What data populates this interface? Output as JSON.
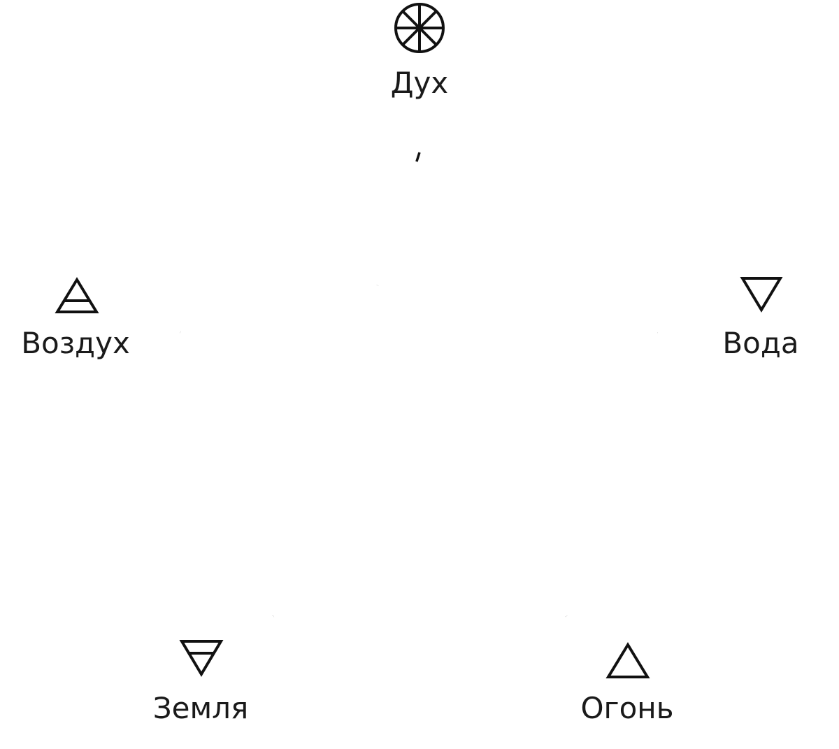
{
  "elements": {
    "spirit": {
      "label": "Дух",
      "icon": "spirit-wheel-icon"
    },
    "air": {
      "label": "Воздух",
      "icon": "air-triangle-icon"
    },
    "water": {
      "label": "Вода",
      "icon": "water-triangle-icon"
    },
    "earth": {
      "label": "Земля",
      "icon": "earth-triangle-icon"
    },
    "fire": {
      "label": "Огонь",
      "icon": "fire-triangle-icon"
    }
  },
  "colors": {
    "line": "#111111",
    "background": "#ffffff",
    "text": "#1a1a1a"
  }
}
